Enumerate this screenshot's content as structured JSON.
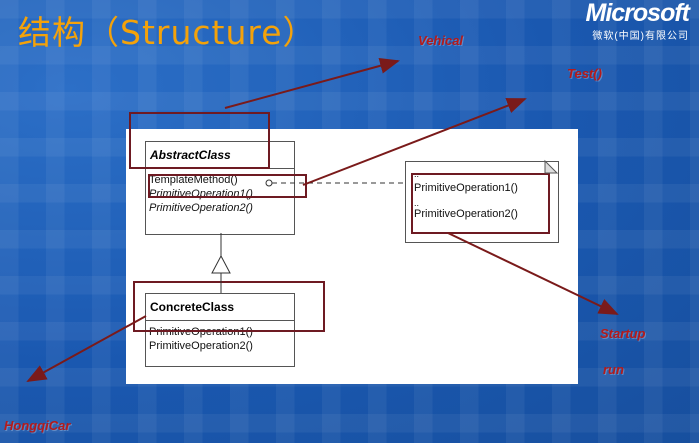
{
  "title": "结构（Structure）",
  "logo": {
    "name": "Microsoft",
    "sub": "微软(中国)有限公司"
  },
  "labels": {
    "vehical": "Vehical",
    "test": "Test()",
    "startup": "Startup",
    "run": "run",
    "hongqicar": "HongqiCar"
  },
  "abstract_class": {
    "name": "AbstractClass",
    "operations": [
      "TemplateMethod()",
      "PrimitiveOperation1()",
      "PrimitiveOperation2()"
    ]
  },
  "concrete_class": {
    "name": "ConcreteClass",
    "operations": [
      "PrimitiveOperation1()",
      "PrimitiveOperation2()"
    ]
  },
  "note": {
    "dots": "..",
    "lines": [
      "PrimitiveOperation1()",
      "PrimitiveOperation2()"
    ]
  },
  "colors": {
    "title": "#f4a20a",
    "label": "#b41a1a",
    "highlight": "#6e1a22",
    "background": "#1a58b0"
  }
}
